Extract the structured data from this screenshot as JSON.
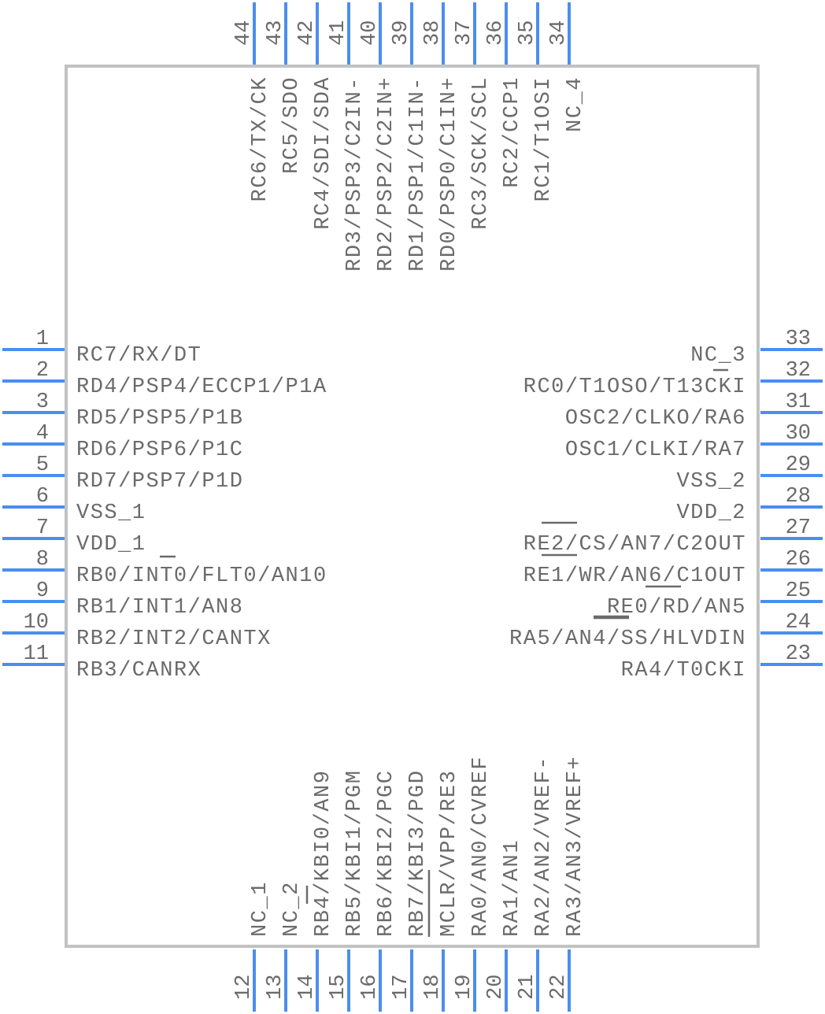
{
  "component": {
    "package": "44-pin quad",
    "colors": {
      "pin": "#4a8ef0",
      "outline": "#c2c2c2",
      "text": "#6b6b6b"
    }
  },
  "pins": {
    "left": [
      {
        "number": "1",
        "name": "RC7/RX/DT"
      },
      {
        "number": "2",
        "name": "RD4/PSP4/ECCP1/P1A"
      },
      {
        "number": "3",
        "name": "RD5/PSP5/P1B"
      },
      {
        "number": "4",
        "name": "RD6/PSP6/P1C"
      },
      {
        "number": "5",
        "name": "RD7/PSP7/P1D"
      },
      {
        "number": "6",
        "name": "VSS_1"
      },
      {
        "number": "7",
        "name": "VDD_1"
      },
      {
        "number": "8",
        "name": "RB0/INT0/FLT0/AN10"
      },
      {
        "number": "9",
        "name": "RB1/INT1/AN8"
      },
      {
        "number": "10",
        "name": "RB2/INT2/CANTX"
      },
      {
        "number": "11",
        "name": "RB3/CANRX"
      }
    ],
    "bottom": [
      {
        "number": "12",
        "name": "NC_1"
      },
      {
        "number": "13",
        "name": "NC_2"
      },
      {
        "number": "14",
        "name": "RB4/KBI0/AN9"
      },
      {
        "number": "15",
        "name": "RB5/KBI1/PGM"
      },
      {
        "number": "16",
        "name": "RB6/KBI2/PGC"
      },
      {
        "number": "17",
        "name": "RB7/KBI3/PGD"
      },
      {
        "number": "18",
        "name": "MCLR/VPP/RE3"
      },
      {
        "number": "19",
        "name": "RA0/AN0/CVREF"
      },
      {
        "number": "20",
        "name": "RA1/AN1"
      },
      {
        "number": "21",
        "name": "RA2/AN2/VREF-"
      },
      {
        "number": "22",
        "name": "RA3/AN3/VREF+"
      }
    ],
    "right": [
      {
        "number": "23",
        "name": "RA4/T0CKI"
      },
      {
        "number": "24",
        "name": "RA5/AN4/SS/HLVDIN"
      },
      {
        "number": "25",
        "name": "RE0/RD/AN5"
      },
      {
        "number": "26",
        "name": "RE1/WR/AN6/C1OUT"
      },
      {
        "number": "27",
        "name": "RE2/CS/AN7/C2OUT"
      },
      {
        "number": "28",
        "name": "VDD_2"
      },
      {
        "number": "29",
        "name": "VSS_2"
      },
      {
        "number": "30",
        "name": "OSC1/CLKI/RA7"
      },
      {
        "number": "31",
        "name": "OSC2/CLKO/RA6"
      },
      {
        "number": "32",
        "name": "RC0/T1OSO/T13CKI"
      },
      {
        "number": "33",
        "name": "NC_3"
      }
    ],
    "top": [
      {
        "number": "34",
        "name": "NC_4"
      },
      {
        "number": "35",
        "name": "RC1/T1OSI"
      },
      {
        "number": "36",
        "name": "RC2/CCP1"
      },
      {
        "number": "37",
        "name": "RC3/SCK/SCL"
      },
      {
        "number": "38",
        "name": "RD0/PSP0/C1IN+"
      },
      {
        "number": "39",
        "name": "RD1/PSP1/C1IN-"
      },
      {
        "number": "40",
        "name": "RD2/PSP2/C2IN+"
      },
      {
        "number": "41",
        "name": "RD3/PSP3/C2IN-"
      },
      {
        "number": "42",
        "name": "RC4/SDI/SDA"
      },
      {
        "number": "43",
        "name": "RC5/SDO"
      },
      {
        "number": "44",
        "name": "RC6/TX/CK"
      }
    ]
  }
}
